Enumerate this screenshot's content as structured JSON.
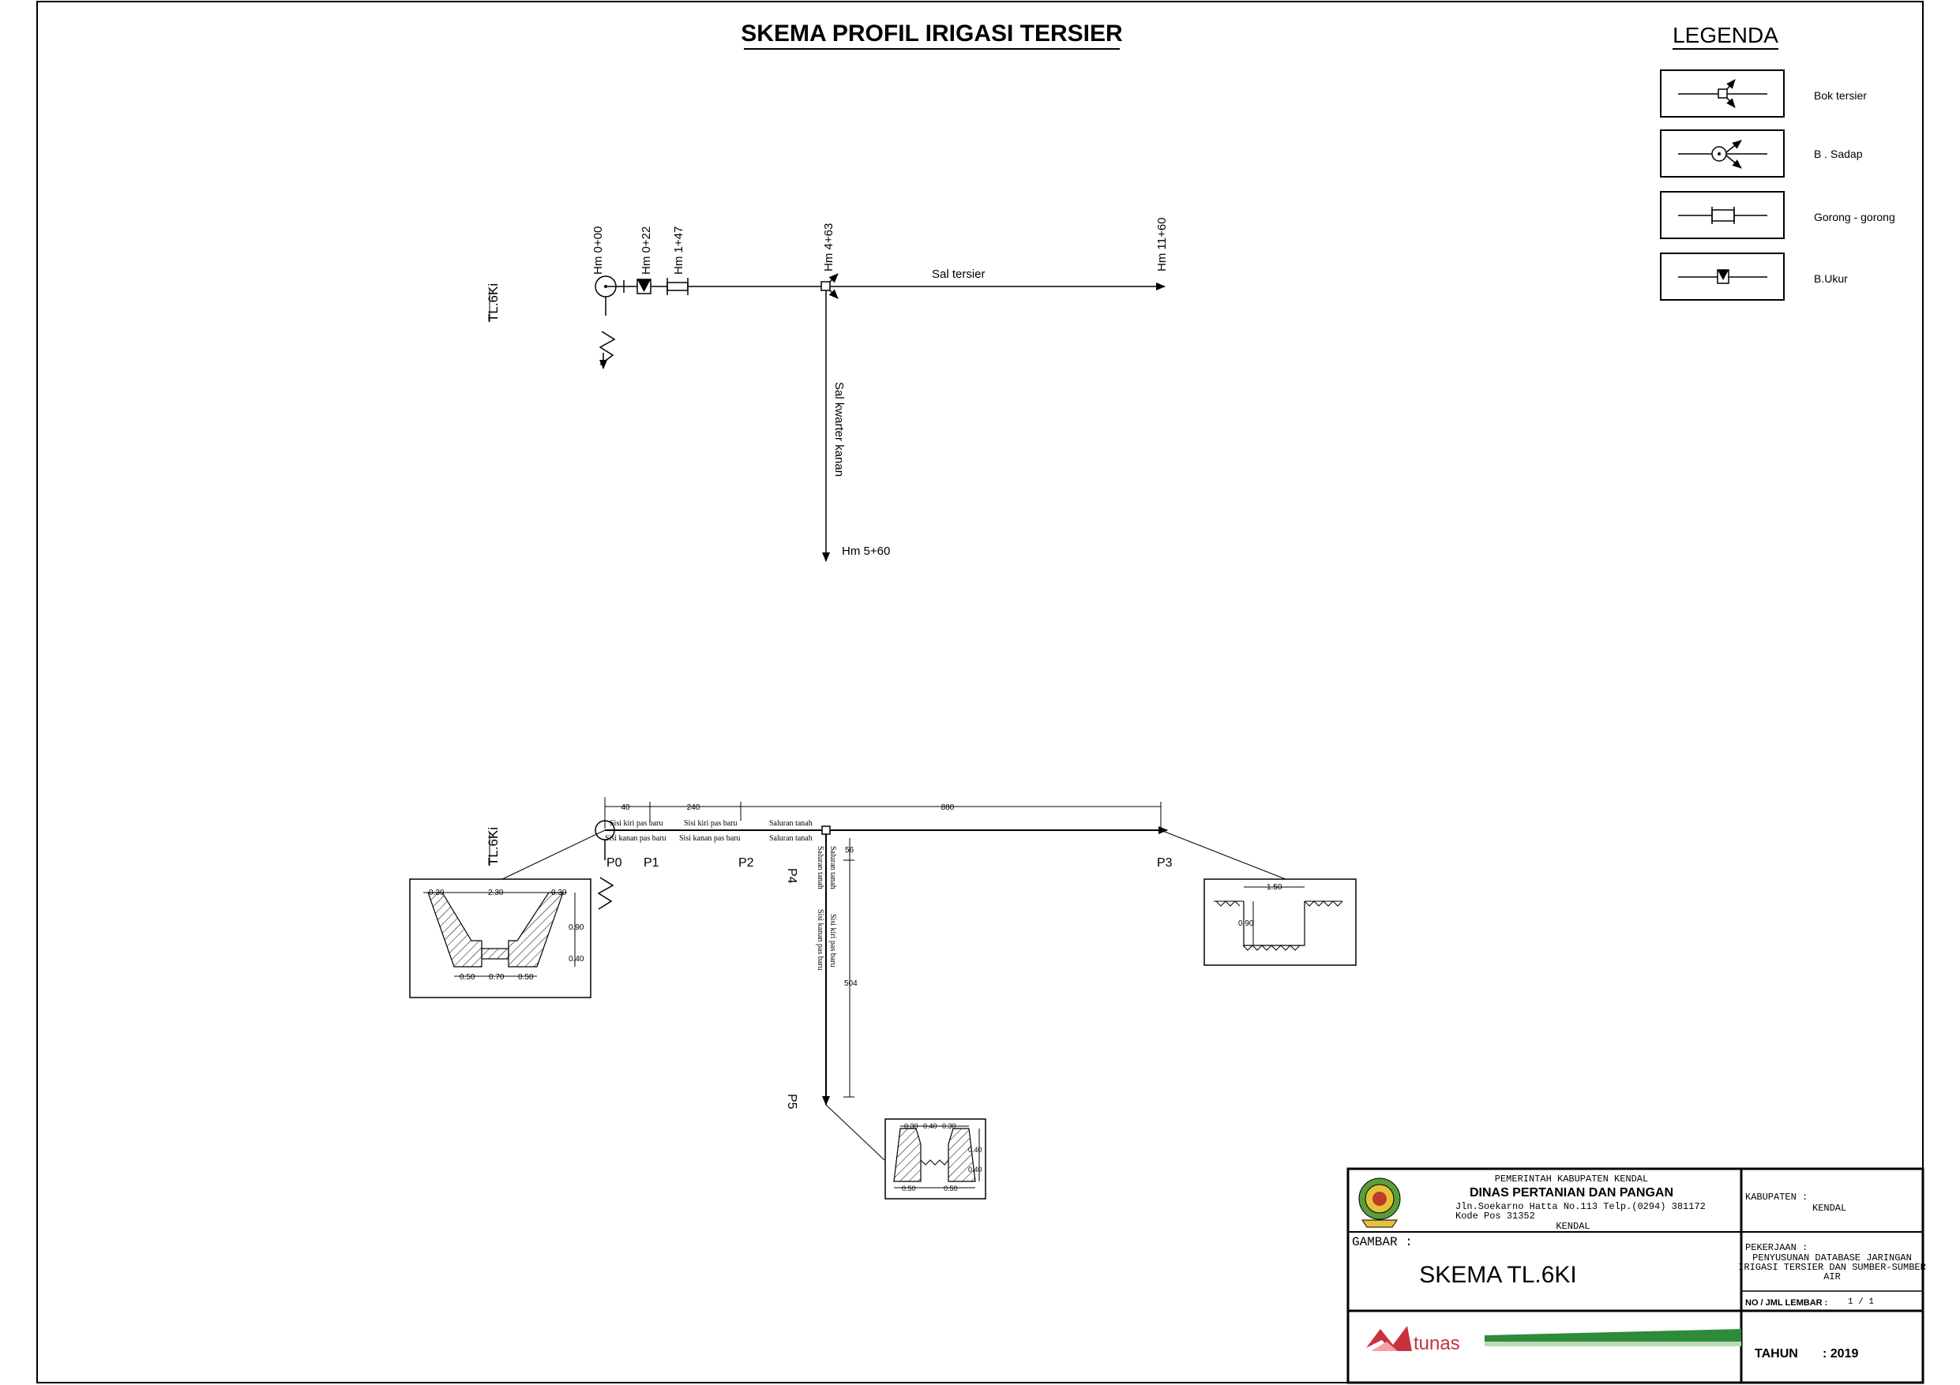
{
  "title": "SKEMA PROFIL IRIGASI TERSIER",
  "legend": {
    "title": "LEGENDA",
    "items": [
      {
        "label": "Bok tersier",
        "icon": "bok-tersier-icon"
      },
      {
        "label": "B . Sadap",
        "icon": "bangunan-sadap-icon"
      },
      {
        "label": "Gorong - gorong",
        "icon": "gorong-gorong-icon"
      },
      {
        "label": "B.Ukur",
        "icon": "bangunan-ukur-icon"
      }
    ]
  },
  "scheme": {
    "code_label": "TL.6Ki",
    "stations": [
      "Hm 0+00",
      "Hm 0+22",
      "Hm 1+47",
      "Hm 4+63",
      "Hm 11+60"
    ],
    "main_channel_label": "Sal tersier",
    "branch_label": "Sal kwarter kanan",
    "branch_end": "Hm 5+60"
  },
  "profile": {
    "code_label": "TL.6Ki",
    "distances": [
      "40",
      "240",
      "880"
    ],
    "points": [
      "P0",
      "P1",
      "P2",
      "P3",
      "P4",
      "P5"
    ],
    "side_notes": [
      "Sisi kiri pas baru",
      "Sisi kanan pas baru",
      "Sisi kiri pas baru",
      "Sisi kanan pas baru",
      "Saluran tanah",
      "Saluran tanah"
    ],
    "branch_notes": [
      "Saluran tanah",
      "Saluran tanah",
      "Sisi kiri pas baru",
      "Sisi kanan pas baru"
    ],
    "branch_distances": [
      "56",
      "504"
    ],
    "section_left": {
      "dims": [
        "0.30",
        "2.30",
        "0.30",
        "0.90",
        "0.40",
        "0.50",
        "0.70",
        "0.50"
      ]
    },
    "section_right": {
      "dims": [
        "1.50",
        "0.90"
      ]
    },
    "section_bottom": {
      "dims": [
        "0.30",
        "0.40",
        "0.30",
        "0.40",
        "0.40",
        "0.50",
        "0.50"
      ]
    }
  },
  "title_block": {
    "agency_line1": "PEMERINTAH KABUPATEN KENDAL",
    "agency_line2": "DINAS PERTANIAN DAN PANGAN",
    "address1": "Jln.Soekarno Hatta No.113 Telp.(0294) 381172",
    "address2": "Kode Pos 31352",
    "city": "KENDAL",
    "kabupaten_label": "KABUPATEN :",
    "kabupaten_value": "KENDAL",
    "gambar_label": "GAMBAR :",
    "drawing_title": "SKEMA TL.6KI",
    "pekerjaan_label": "PEKERJAAN :",
    "pekerjaan_line1": "PENYUSUNAN DATABASE JARINGAN",
    "pekerjaan_line2": "IRIGASI TERSIER DAN SUMBER-SUMBER",
    "pekerjaan_line3": "AIR",
    "sheet_label": "NO / JML LEMBAR :",
    "sheet_value": "1 / 1",
    "tahun_label": "TAHUN",
    "tahun_value": ": 2019",
    "consultant": "tunas"
  }
}
